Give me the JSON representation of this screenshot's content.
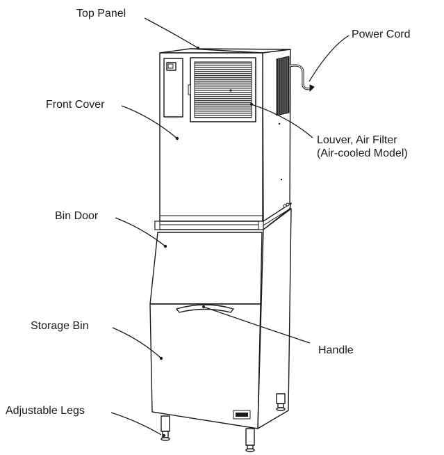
{
  "callouts": {
    "top_panel": "Top Panel",
    "power_cord": "Power Cord",
    "front_cover": "Front Cover",
    "louver_line1": "Louver, Air Filter",
    "louver_line2": "(Air-cooled Model)",
    "bin_door": "Bin Door",
    "storage_bin": "Storage Bin",
    "handle": "Handle",
    "adjustable_legs": "Adjustable Legs"
  },
  "colors": {
    "line": "#1a1a1a",
    "text": "#1a1a1a",
    "dark_fill": "#2a2a2a",
    "background": "#ffffff"
  }
}
